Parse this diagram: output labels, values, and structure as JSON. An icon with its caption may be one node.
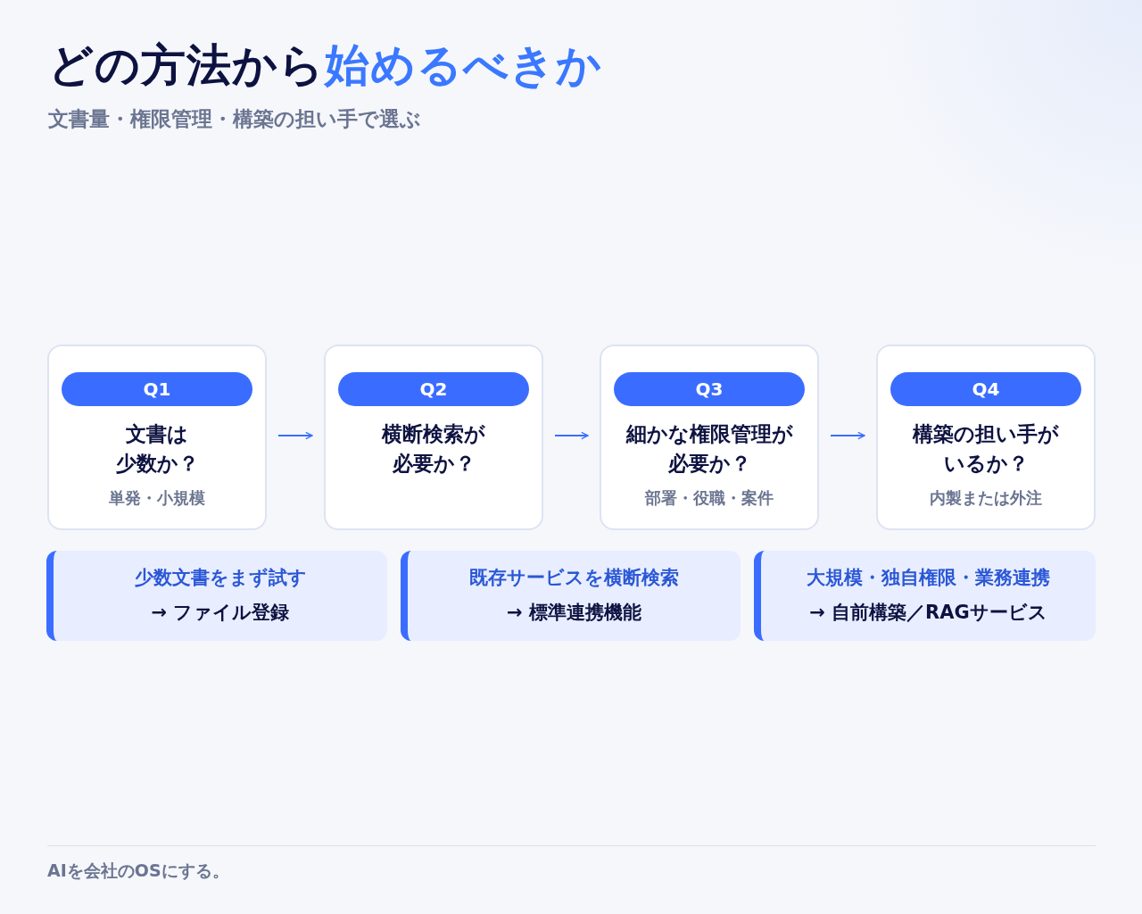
{
  "diagram": {
    "title": "どの方法から始めるべきか",
    "nodes": [
      {
        "text": [
          "Q1",
          "文書は少数か？",
          "単発・小規模"
        ]
      },
      {
        "text": [
          "Q2",
          "横断検索が必要か？"
        ]
      },
      {
        "text": [
          "Q3",
          "細かな権限管理が必要か？",
          "部署・役職・案件"
        ]
      },
      {
        "text": [
          "Q4",
          "構築の担い手がいるか？",
          "内製または外注"
        ]
      },
      {
        "text": [
          "少数文書をまず試す",
          "→ ファイル登録"
        ]
      },
      {
        "text": [
          "既存サービスを横断検索",
          "→ 標準連携機能"
        ]
      },
      {
        "text": [
          "大規模・独自権限・業務連携",
          "→ 自前構築／RAGサービス"
        ]
      }
    ],
    "edges": [
      {
        "from": 0,
        "to": 1,
        "arrow": "to"
      },
      {
        "from": 1,
        "to": 2,
        "arrow": "to"
      },
      {
        "from": 2,
        "to": 3,
        "arrow": "to"
      }
    ],
    "labels": [
      "文書量・権限管理・構築の担い手で選ぶ",
      "AIを会社のOSにする。"
    ]
  }
}
